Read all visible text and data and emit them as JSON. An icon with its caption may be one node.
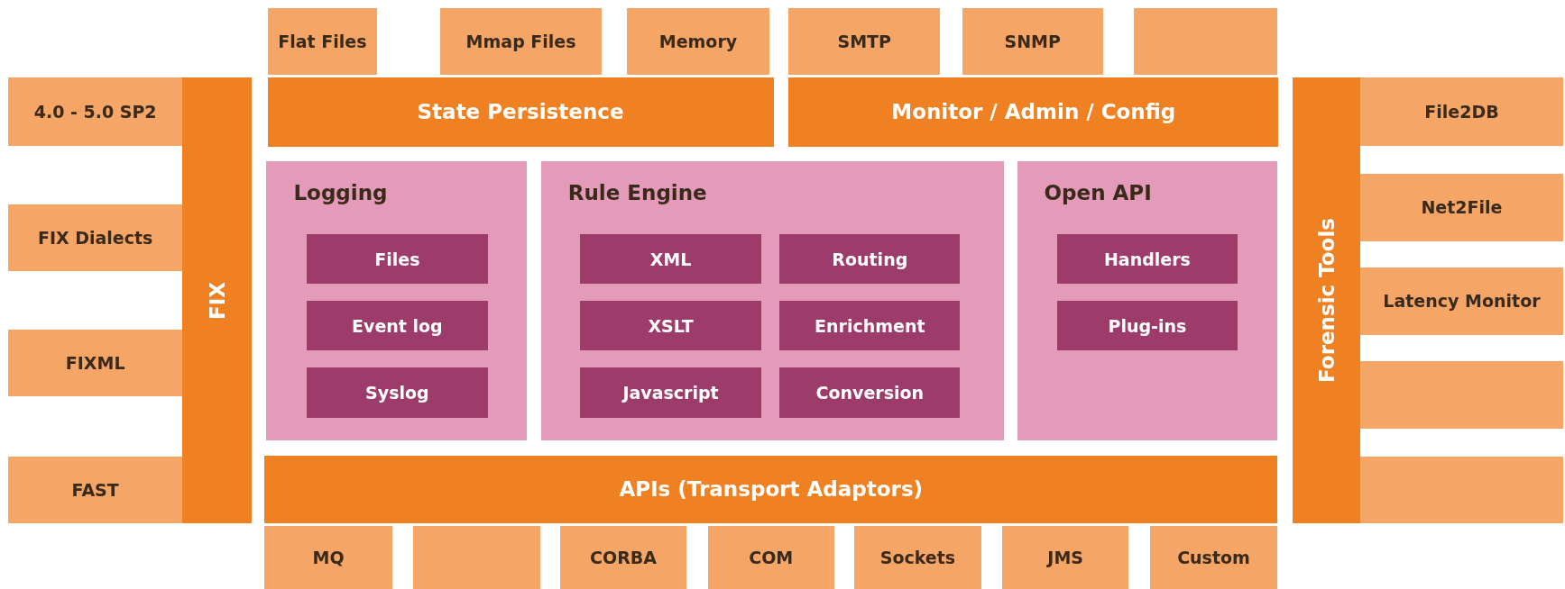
{
  "diagram": {
    "nodes": [
      {
        "text": [
          "Flat Files"
        ]
      },
      {
        "text": [
          "Mmap Files"
        ]
      },
      {
        "text": [
          "Memory"
        ]
      },
      {
        "text": [
          "SMTP"
        ]
      },
      {
        "text": [
          "SNMP"
        ]
      },
      {
        "text": [],
        "shape": "box"
      },
      {
        "text": [
          "State Persistence"
        ]
      },
      {
        "text": [
          "Monitor / Admin / Config"
        ]
      },
      {
        "text": [
          "4.0 - 5.0 SP2"
        ]
      },
      {
        "text": [
          "FIX Dialects"
        ]
      },
      {
        "text": [
          "FIXML"
        ]
      },
      {
        "text": [
          "FAST"
        ]
      },
      {
        "text": [
          "FIX"
        ]
      },
      {
        "text": [
          "Logging"
        ]
      },
      {
        "text": [
          "Files"
        ],
        "in": 13
      },
      {
        "text": [
          "Event log"
        ],
        "in": 13
      },
      {
        "text": [
          "Syslog"
        ],
        "in": 13
      },
      {
        "text": [
          "Rule Engine"
        ]
      },
      {
        "text": [
          "XML"
        ],
        "in": 17
      },
      {
        "text": [
          "Routing"
        ],
        "in": 17
      },
      {
        "text": [
          "XSLT"
        ],
        "in": 17
      },
      {
        "text": [
          "Enrichment"
        ],
        "in": 17
      },
      {
        "text": [
          "Javascript"
        ],
        "in": 17
      },
      {
        "text": [
          "Conversion"
        ],
        "in": 17
      },
      {
        "text": [
          "Open API"
        ]
      },
      {
        "text": [
          "Handlers"
        ],
        "in": 24
      },
      {
        "text": [
          "Plug-ins"
        ],
        "in": 24
      },
      {
        "text": [
          "Forensic Tools"
        ]
      },
      {
        "text": [
          "File2DB"
        ]
      },
      {
        "text": [
          "Net2File"
        ]
      },
      {
        "text": [
          "Latency Monitor"
        ]
      },
      {
        "text": [],
        "shape": "box"
      },
      {
        "text": [],
        "shape": "box"
      },
      {
        "text": [
          "APIs (Transport Adaptors)"
        ]
      },
      {
        "text": [
          "MQ"
        ]
      },
      {
        "text": [],
        "shape": "box"
      },
      {
        "text": [
          "CORBA"
        ]
      },
      {
        "text": [
          "COM"
        ]
      },
      {
        "text": [
          "Sockets"
        ]
      },
      {
        "text": [
          "JMS"
        ]
      },
      {
        "text": [
          "Custom"
        ]
      }
    ]
  }
}
